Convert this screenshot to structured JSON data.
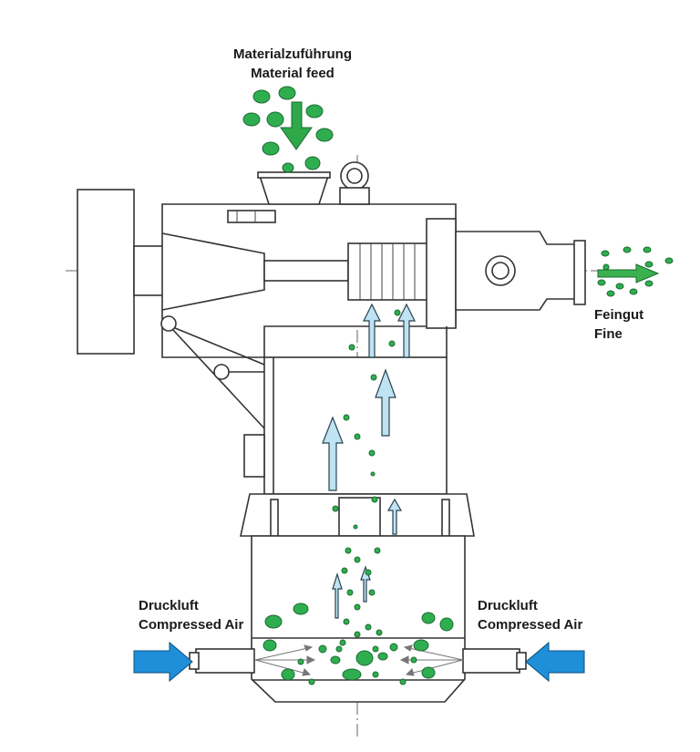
{
  "labels": {
    "feed_de": "Materialzuführung",
    "feed_en": "Material feed",
    "fine_de": "Feingut",
    "fine_en": "Fine",
    "air_left_de": "Druckluft",
    "air_left_en": "Compressed Air",
    "air_right_de": "Druckluft",
    "air_right_en": "Compressed Air"
  },
  "colors": {
    "particle_fill": "#2fae4f",
    "particle_stroke": "#1d6b33",
    "feed_arrow": "#2fa84a",
    "fine_arrow": "#3bb04f",
    "air_arrow": "#1e8fd8",
    "updraft_arrow": "#bfe3f2",
    "line": "#333333"
  }
}
